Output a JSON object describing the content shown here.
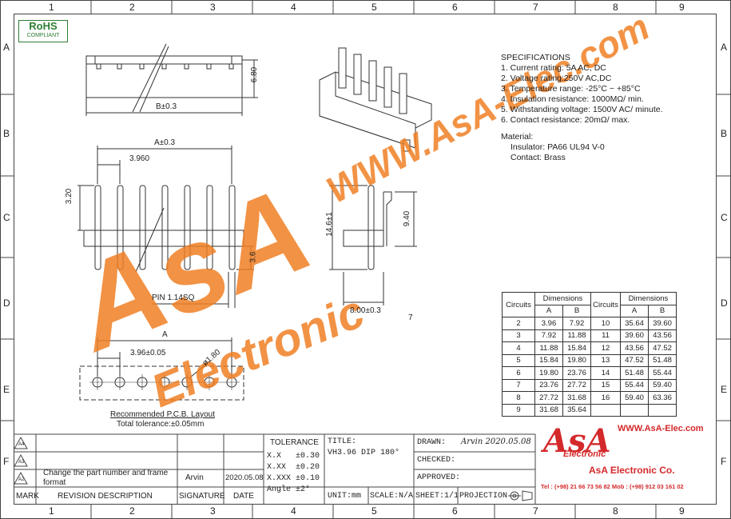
{
  "frame": {
    "col_labels": [
      "1",
      "2",
      "3",
      "4",
      "5",
      "6",
      "7",
      "8",
      "9"
    ],
    "row_labels": [
      "A",
      "B",
      "C",
      "D",
      "E",
      "F"
    ]
  },
  "rohs": {
    "title": "RoHS",
    "subtitle": "COMPLIANT"
  },
  "drawing": {
    "dim_b": "B±0.3",
    "dim_680": "6.80",
    "dim_a_top": "A±0.3",
    "dim_3960": "3.960",
    "dim_320": "3.20",
    "dim_36": "3.6",
    "dim_pin": "PIN  1.14SQ",
    "dim_146": "14.6±1",
    "dim_940": "9.40",
    "dim_800": "8.00±0.3",
    "note_7": "7",
    "dim_a_pcb": "A",
    "dim_396_pcb": "3.96±0.05",
    "dim_hole": "ø1.80",
    "pcb_caption": "Recommended  P.C.B.  Layout",
    "tolerance_caption": "Total tolerance:±0.05mm"
  },
  "specs": {
    "heading": "SPECIFICATIONS",
    "items": [
      "1. Current rating: 5A AC, DC",
      "2. Voltage rating:250V AC,DC",
      "3. Temperature range: -25°C ~ +85°C",
      "4. Insulation resistance: 1000MΩ/ min.",
      "5. Withstanding voltage: 1500V AC/ minute.",
      "6. Contact resistance: 20mΩ/ max."
    ],
    "material_heading": "Material:",
    "materials": [
      "Insulator: PA66 UL94 V-0",
      "Contact: Brass"
    ]
  },
  "dims_table": {
    "head_circuits": "Circuits",
    "head_dimensions": "Dimensions",
    "head_a": "A",
    "head_b": "B",
    "left": [
      [
        "2",
        "3.96",
        "7.92"
      ],
      [
        "3",
        "7.92",
        "11.88"
      ],
      [
        "4",
        "11.88",
        "15.84"
      ],
      [
        "5",
        "15.84",
        "19.80"
      ],
      [
        "6",
        "19.80",
        "23.76"
      ],
      [
        "7",
        "23.76",
        "27.72"
      ],
      [
        "8",
        "27.72",
        "31.68"
      ],
      [
        "9",
        "31.68",
        "35.64"
      ]
    ],
    "right": [
      [
        "10",
        "35.64",
        "39.60"
      ],
      [
        "11",
        "39.60",
        "43.56"
      ],
      [
        "12",
        "43.56",
        "47.52"
      ],
      [
        "13",
        "47.52",
        "51.48"
      ],
      [
        "14",
        "51.48",
        "55.44"
      ],
      [
        "15",
        "55.44",
        "59.40"
      ],
      [
        "16",
        "59.40",
        "63.36"
      ],
      [
        "",
        "",
        ""
      ]
    ]
  },
  "watermark": {
    "url": "WWW.AsA-Elec.com",
    "logo": "AsA",
    "sub": "Electronic"
  },
  "title_block": {
    "rev_marks": [
      "A4",
      "A3",
      "A2"
    ],
    "rev_desc": "Change the part number and frame format",
    "rev_sign": "Arvin",
    "rev_date": "2020.05.08",
    "mark_label": "MARK",
    "revision_label": "REVISION DESCRIPTION",
    "signature_label": "SIGNATURE",
    "date_label": "DATE",
    "tolerance_label": "TOLERANCE",
    "tol_rows": [
      [
        "X.X",
        "±0.30"
      ],
      [
        "X.XX",
        "±0.20"
      ],
      [
        "X.XXX",
        "±0.10"
      ],
      [
        "Angle",
        "±2°"
      ]
    ],
    "title_label": "TITLE:",
    "title_value": "VH3.96 DIP 180°",
    "drawn_label": "DRAWN:",
    "drawn_value": "Arvin 2020.05.08",
    "checked_label": "CHECKED:",
    "approved_label": "APPROVED:",
    "unit": "UNIT:mm",
    "scale": "SCALE:N/A",
    "sheet": "SHEET:1/1",
    "projection": "PROJECTION"
  },
  "company": {
    "url": "WWW.AsA-Elec.com",
    "logo": "AsA",
    "logo_sub": "Electronic",
    "name": "AsA Electronic Co.",
    "phones": "Tel : (+98) 21 66 73 56 82 Mob : (+98) 912 03 161 02"
  },
  "colors": {
    "watermark": "#f07f23",
    "logo_red": "#d4292b",
    "line": "#333333"
  }
}
